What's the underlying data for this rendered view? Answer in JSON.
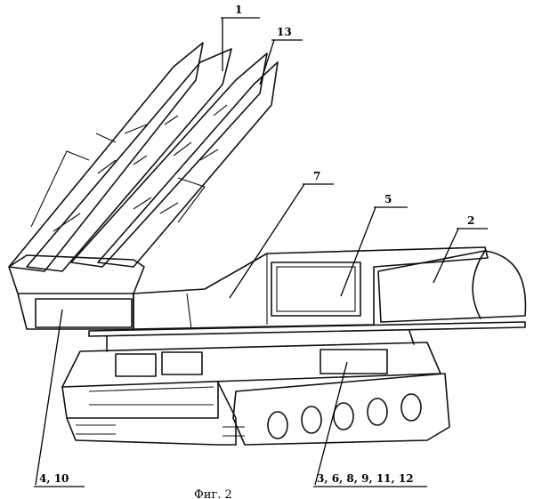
{
  "figure": {
    "caption": "Фиг. 2",
    "labels": {
      "l1": "1",
      "l13": "13",
      "l7": "7",
      "l5": "5",
      "l2": "2",
      "l410": "4, 10",
      "lbottom": "3, 6, 8, 9, 11, 12"
    }
  },
  "colors": {
    "ink": "#111111",
    "paper": "#ffffff"
  }
}
